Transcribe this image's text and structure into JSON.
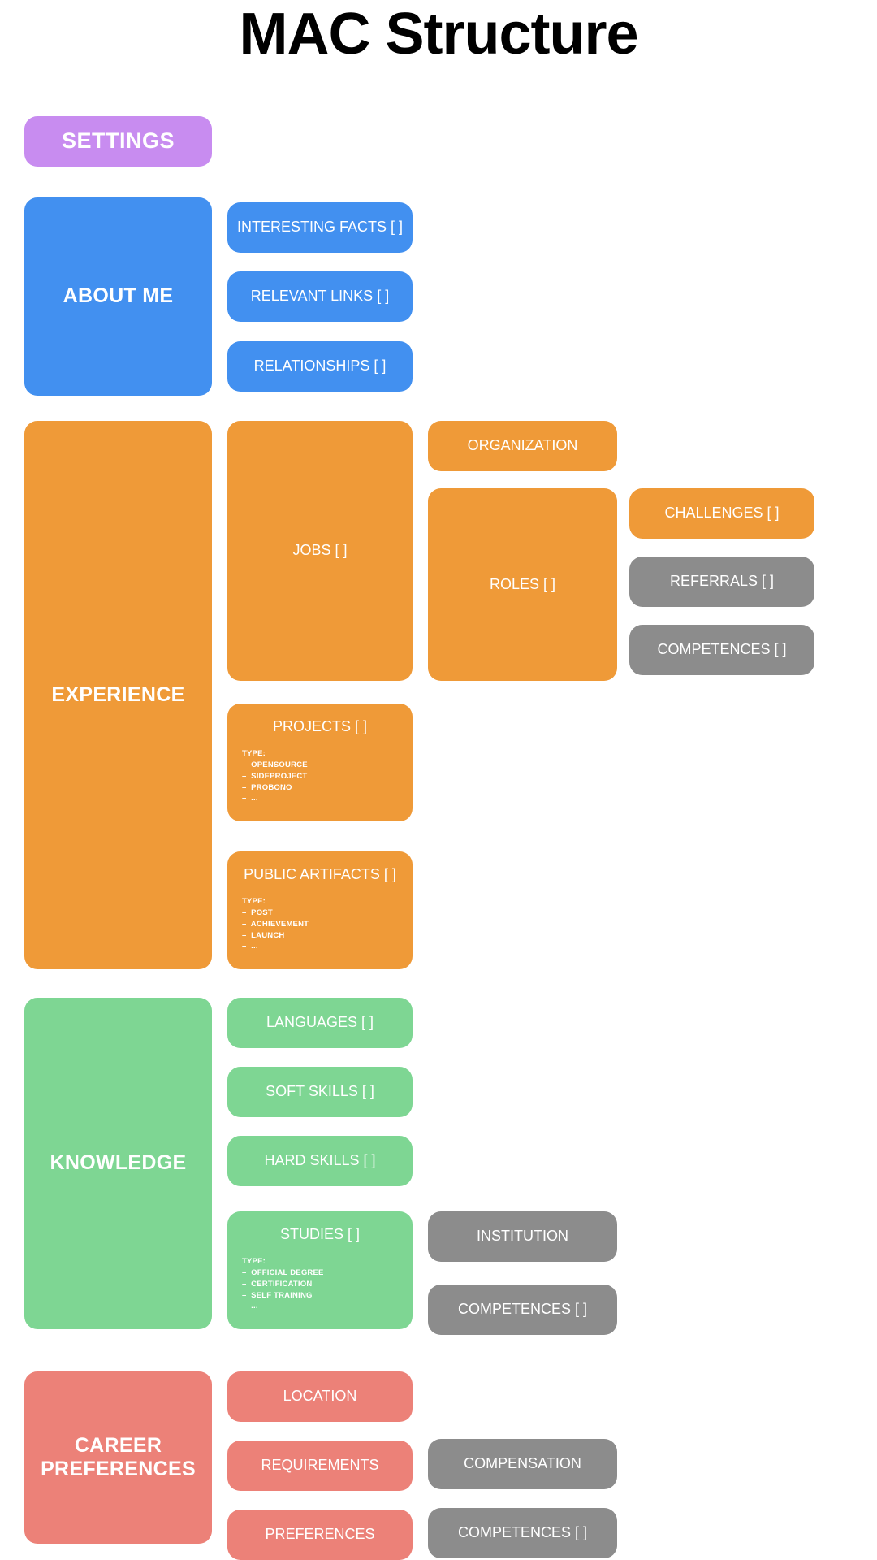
{
  "title": "MAC Structure",
  "palette": {
    "settings": "#c88cf0",
    "about": "#4290f0",
    "experience": "#ef9a38",
    "knowledge": "#7ed693",
    "career": "#ec8178",
    "grey": "#8c8c8c",
    "background": "#ffffff",
    "text_on_node": "#ffffff",
    "title_color": "#000000"
  },
  "sections": {
    "settings": {
      "label": "SETTINGS"
    },
    "about_me": {
      "label": "ABOUT ME",
      "children": [
        {
          "label": "INTERESTING FACTS [ ]"
        },
        {
          "label": "RELEVANT LINKS [ ]"
        },
        {
          "label": "RELATIONSHIPS [ ]"
        }
      ]
    },
    "experience": {
      "label": "EXPERIENCE",
      "jobs": {
        "label": "JOBS [ ]",
        "organization": {
          "label": "ORGANIZATION"
        },
        "roles": {
          "label": "ROLES [ ]",
          "children": [
            {
              "label": "CHALLENGES [ ]",
              "color_role": "experience"
            },
            {
              "label": "REFERRALS [ ]",
              "color_role": "grey"
            },
            {
              "label": "COMPETENCES [ ]",
              "color_role": "grey"
            }
          ]
        }
      },
      "projects": {
        "label": "PROJECTS [ ]",
        "type_label": "TYPE:",
        "types": [
          "OPENSOURCE",
          "SIDEPROJECT",
          "PROBONO",
          "..."
        ]
      },
      "public_artifacts": {
        "label": "PUBLIC ARTIFACTS [ ]",
        "type_label": "TYPE:",
        "types": [
          "POST",
          "ACHIEVEMENT",
          "LAUNCH",
          "..."
        ]
      }
    },
    "knowledge": {
      "label": "KNOWLEDGE",
      "children": [
        {
          "label": "LANGUAGES [ ]"
        },
        {
          "label": "SOFT SKILLS [ ]"
        },
        {
          "label": "HARD SKILLS [ ]"
        }
      ],
      "studies": {
        "label": "STUDIES [ ]",
        "type_label": "TYPE:",
        "types": [
          "OFFICIAL DEGREE",
          "CERTIFICATION",
          "SELF TRAINING",
          "..."
        ],
        "children": [
          {
            "label": "INSTITUTION",
            "color_role": "grey"
          },
          {
            "label": "COMPETENCES [ ]",
            "color_role": "grey"
          }
        ]
      }
    },
    "career_preferences": {
      "label": "CAREER PREFERENCES",
      "label_line1": "CAREER",
      "label_line2": "PREFERENCES",
      "children": [
        {
          "label": "LOCATION"
        },
        {
          "label": "REQUIREMENTS",
          "child": {
            "label": "COMPENSATION",
            "color_role": "grey"
          }
        },
        {
          "label": "PREFERENCES",
          "child": {
            "label": "COMPETENCES [ ]",
            "color_role": "grey"
          }
        }
      ]
    }
  }
}
